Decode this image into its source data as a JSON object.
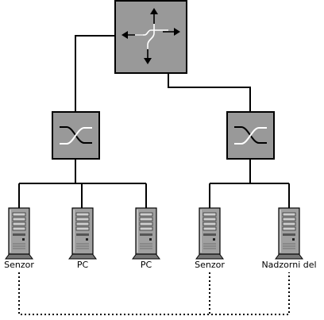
{
  "nodes": {
    "router": {
      "icon": "router-icon"
    },
    "switches": [
      {
        "icon": "switch-icon"
      },
      {
        "icon": "switch-icon"
      }
    ],
    "devices": [
      {
        "label": "Senzor",
        "icon": "server-tower-icon"
      },
      {
        "label": "PC",
        "icon": "server-tower-icon"
      },
      {
        "label": "PC",
        "icon": "server-tower-icon"
      },
      {
        "label": "Senzor",
        "icon": "server-tower-icon"
      },
      {
        "label": "Nadzorni del",
        "icon": "server-tower-icon"
      }
    ]
  },
  "links": {
    "solid": "router-switch and switch-device connections",
    "dotted": "sensor link between Senzor devices and Nadzorni del"
  },
  "colors": {
    "device_fill": "#a0a0a0",
    "node_fill": "#999999",
    "line": "#000000"
  }
}
